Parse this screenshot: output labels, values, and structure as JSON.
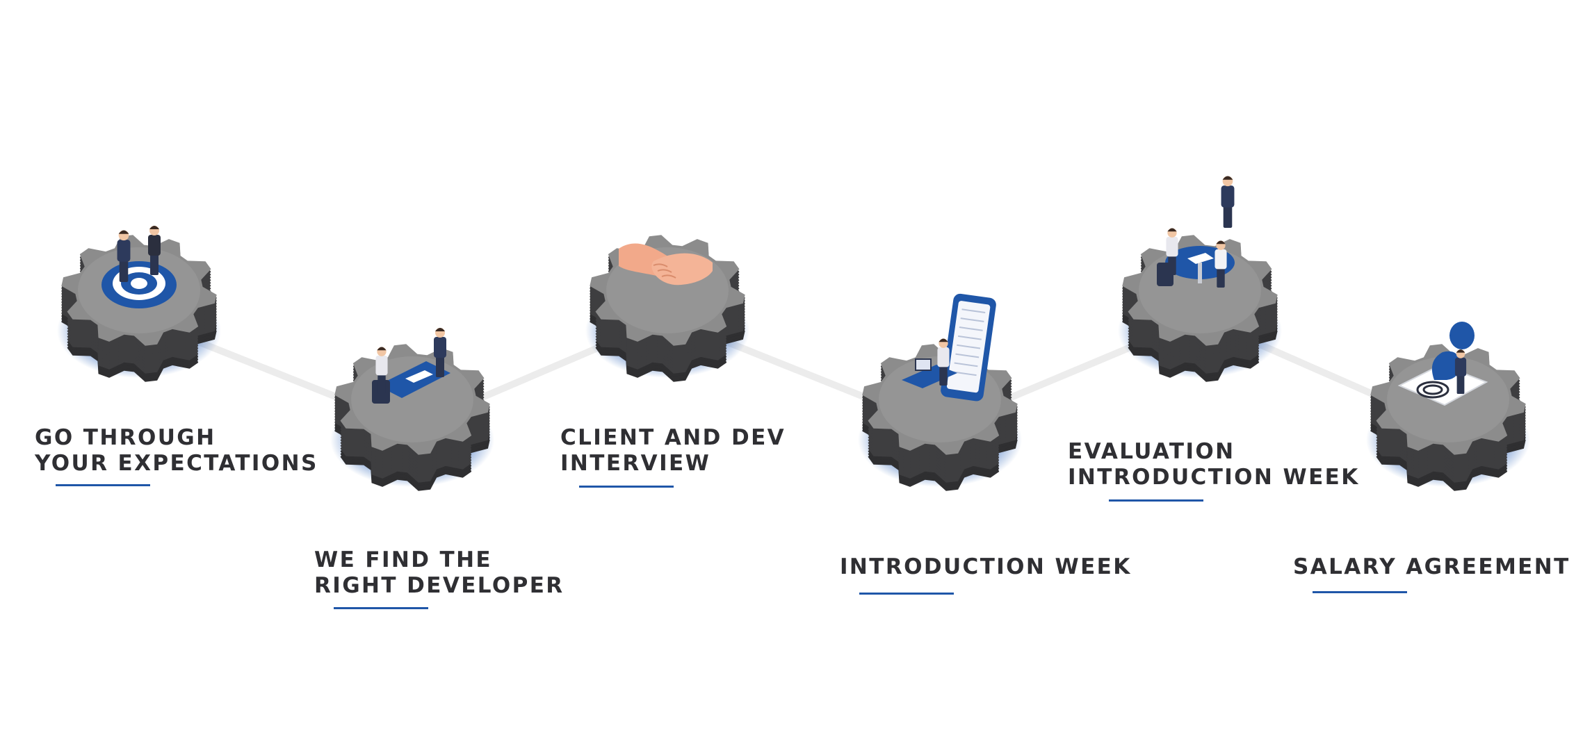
{
  "steps": [
    {
      "id": "expectations",
      "lines": [
        "GO THROUGH",
        "YOUR EXPECTATIONS"
      ],
      "icon": "target-meeting-icon"
    },
    {
      "id": "find-developer",
      "lines": [
        "WE FIND THE",
        "RIGHT DEVELOPER"
      ],
      "icon": "desk-meeting-icon"
    },
    {
      "id": "interview",
      "lines": [
        "CLIENT AND DEV",
        "INTERVIEW"
      ],
      "icon": "handshake-icon"
    },
    {
      "id": "introduction-week",
      "lines": [
        "INTRODUCTION WEEK"
      ],
      "icon": "phone-workstation-icon"
    },
    {
      "id": "evaluation",
      "lines": [
        "EVALUATION",
        "INTRODUCTION WEEK"
      ],
      "icon": "round-table-meeting-icon"
    },
    {
      "id": "salary",
      "lines": [
        "SALARY AGREEMENT"
      ],
      "icon": "stamp-document-icon"
    }
  ],
  "colors": {
    "gear_top": "#8c8c8c",
    "gear_side": "#3e3e40",
    "accent_blue": "#1f56a8",
    "text": "#2f2f33",
    "connector": "#ececec"
  }
}
